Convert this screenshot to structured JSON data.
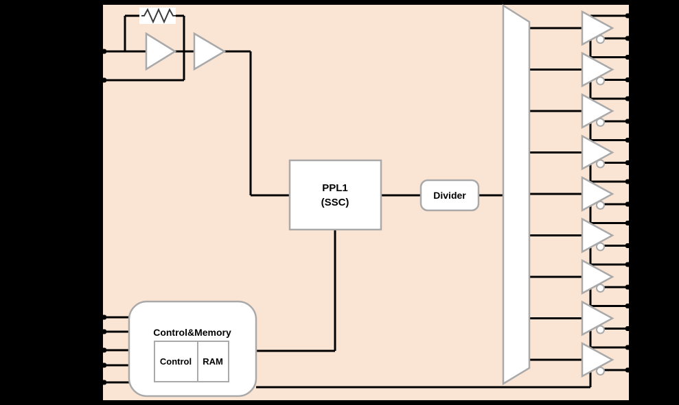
{
  "blocks": {
    "pll": {
      "label_line1": "PPL1",
      "label_line2": "(SSC)"
    },
    "divider": {
      "label": "Divider"
    },
    "control_memory": {
      "title": "Control&Memory",
      "control_label": "Control",
      "ram_label": "RAM"
    }
  },
  "outputs": {
    "buffer_count": 9,
    "pins_per_buffer": 2
  },
  "left_pins": {
    "crystal_count": 2,
    "control_count": 5
  },
  "colors": {
    "background": "#000000",
    "chip_fill": "#FAE4D4",
    "block_stroke": "#A9A9A9",
    "wire": "#000000",
    "shape_fill": "#FFFFFF",
    "resistor_zigzag": "#3A3A3A"
  }
}
